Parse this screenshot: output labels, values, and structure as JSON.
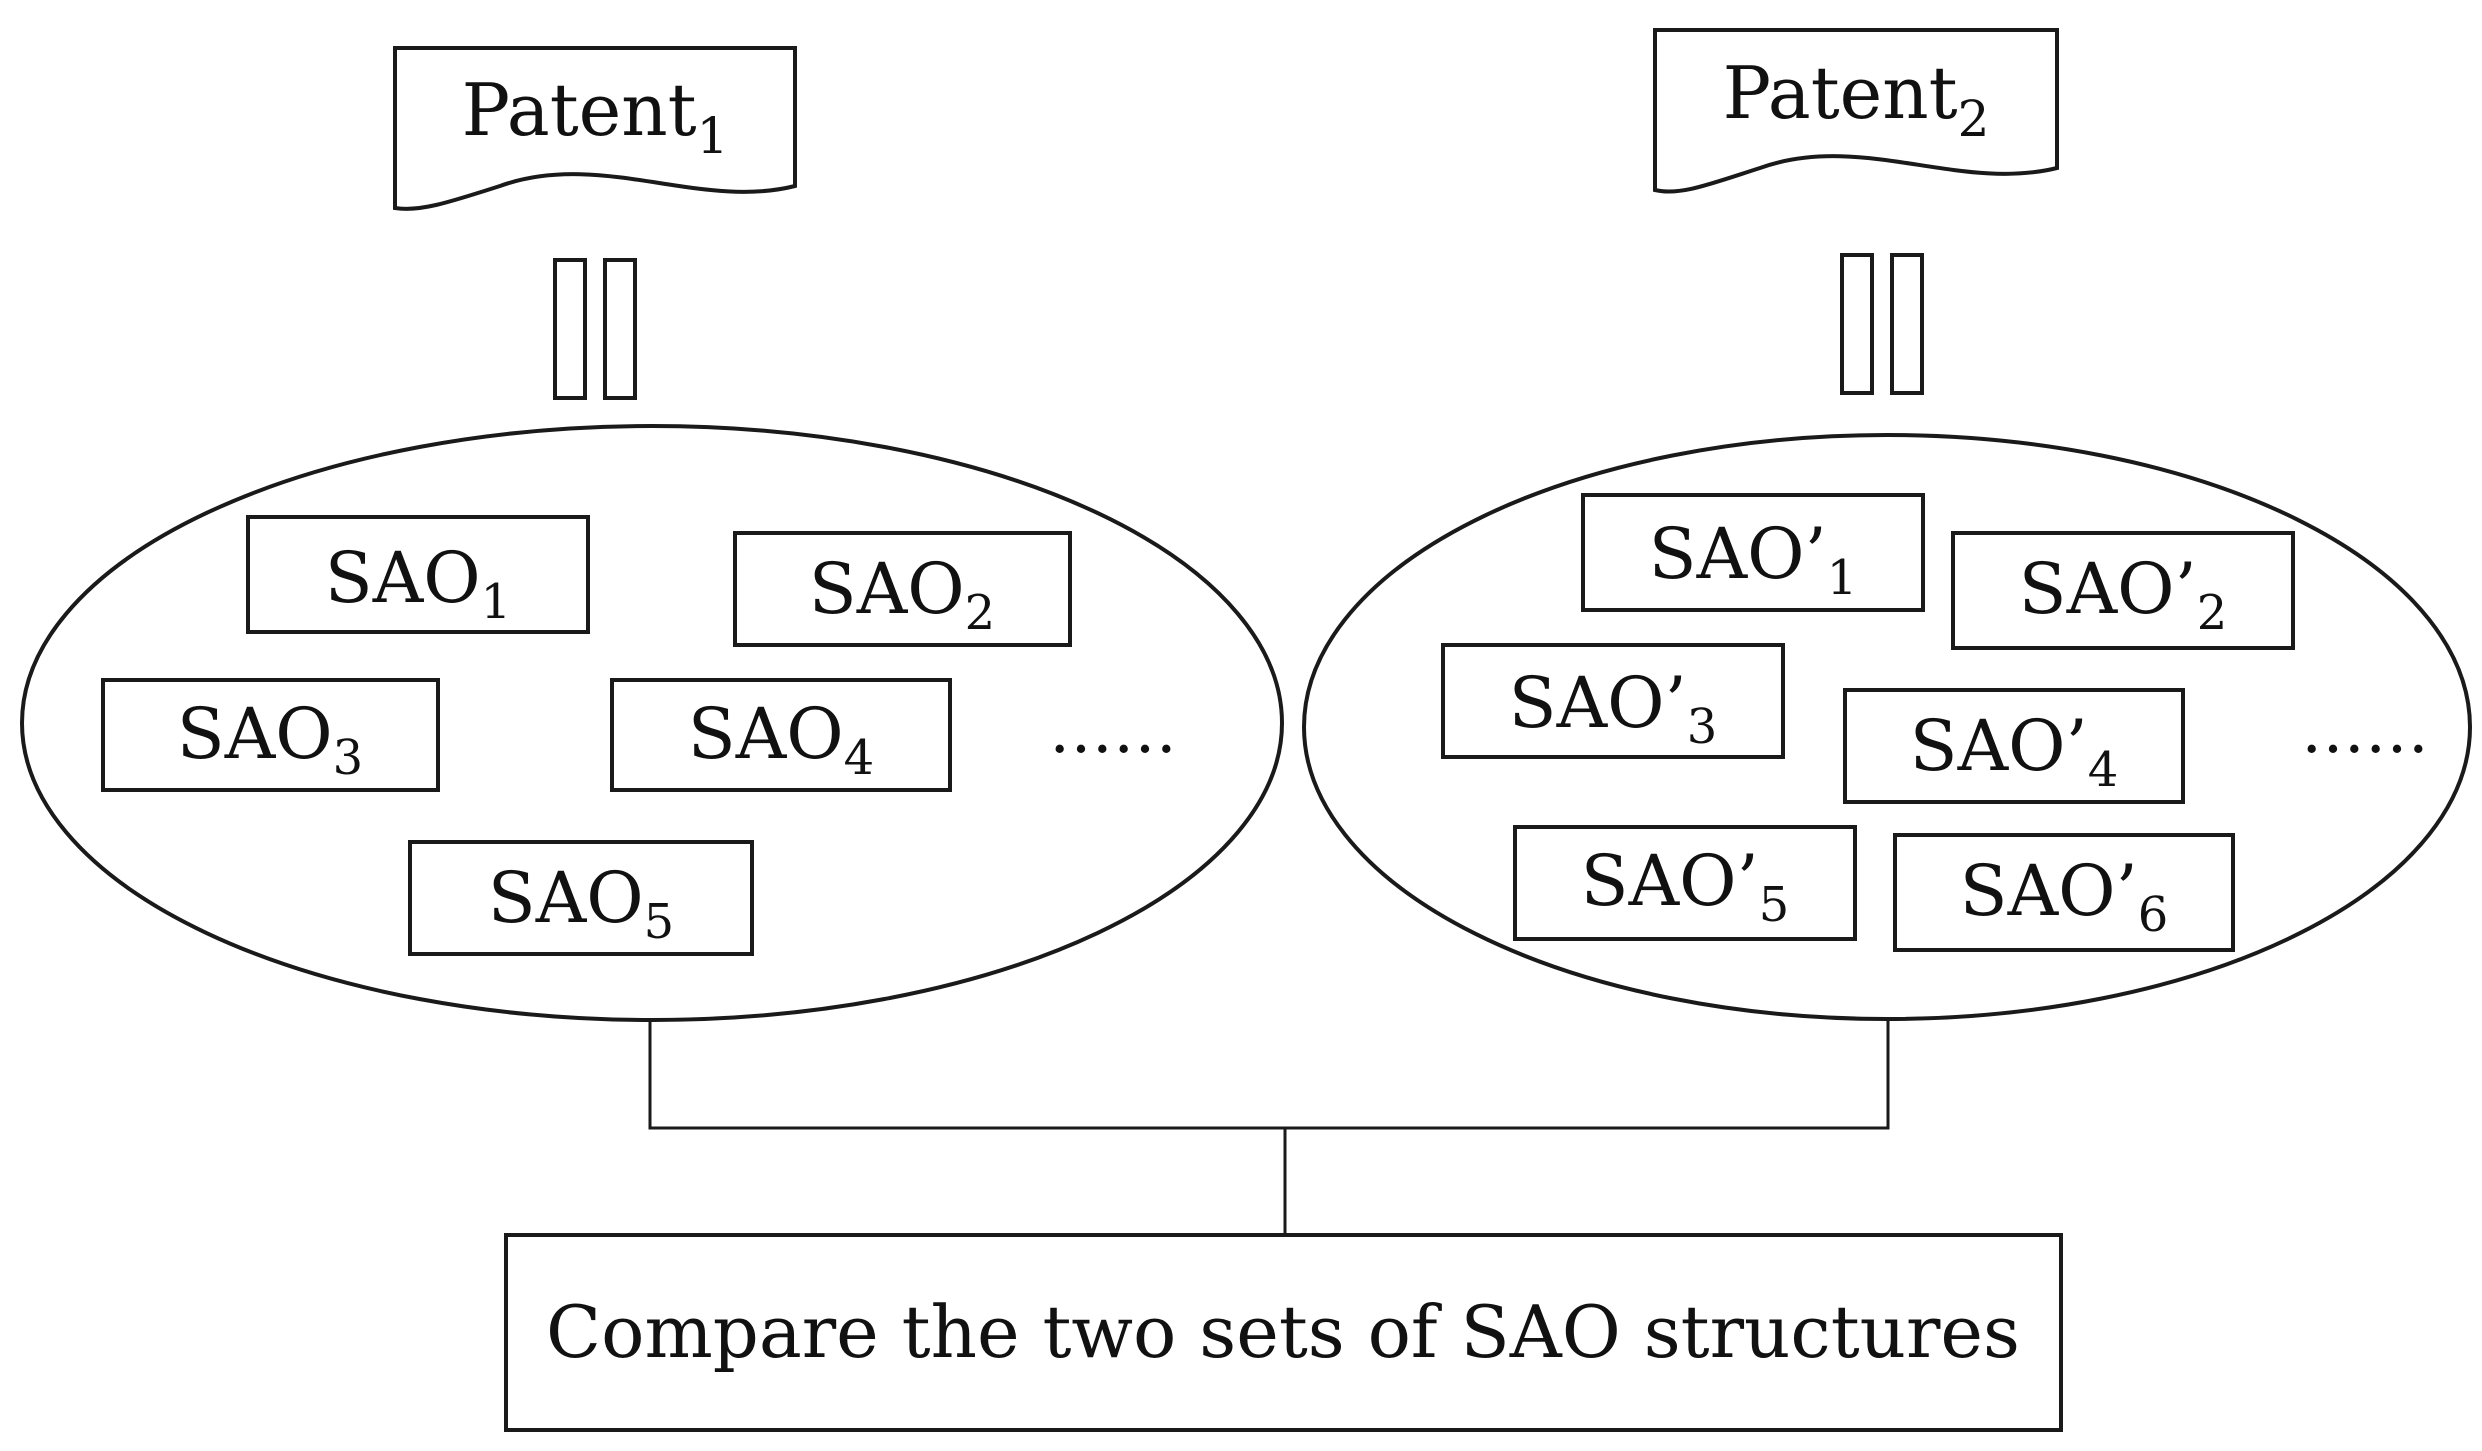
{
  "patents": [
    {
      "label": "Patent",
      "sub": "1"
    },
    {
      "label": "Patent",
      "sub": "2"
    }
  ],
  "left_set": [
    {
      "label": "SAO",
      "sub": "1"
    },
    {
      "label": "SAO",
      "sub": "2"
    },
    {
      "label": "SAO",
      "sub": "3"
    },
    {
      "label": "SAO",
      "sub": "4"
    },
    {
      "label": "SAO",
      "sub": "5"
    }
  ],
  "right_set": [
    {
      "label": "SAO’",
      "sub": "1"
    },
    {
      "label": "SAO’",
      "sub": "2"
    },
    {
      "label": "SAO’",
      "sub": "3"
    },
    {
      "label": "SAO’",
      "sub": "4"
    },
    {
      "label": "SAO’",
      "sub": "5"
    },
    {
      "label": "SAO’",
      "sub": "6"
    }
  ],
  "ellipsis": "……",
  "compare_label": "Compare the two sets of SAO structures"
}
